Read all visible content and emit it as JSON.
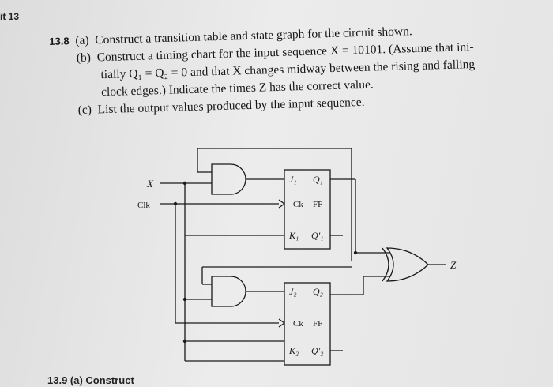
{
  "header": {
    "unit_label": "it 13"
  },
  "problem": {
    "number": "13.8",
    "part_a": {
      "label": "(a)",
      "text": "Construct a transition table and state graph for the circuit shown."
    },
    "part_b": {
      "label": "(b)",
      "line1": "Construct a timing chart for the input sequence X = 10101. (Assume that ini-",
      "line2": "tially Q₁ = Q₂ = 0 and that X changes midway between the rising and falling",
      "line3": "clock edges.) Indicate the times Z has the correct value."
    },
    "part_c": {
      "label": "(c)",
      "text": "List the output values produced by the input sequence."
    }
  },
  "circuit": {
    "input_x": "X",
    "input_clk": "Clk",
    "ff1": {
      "j": "J₁",
      "q": "Q₁",
      "ck": "Ck",
      "ff": "FF",
      "k": "K₁",
      "qn": "Q′₁"
    },
    "ff2": {
      "j": "J₂",
      "q": "Q₂",
      "ck": "Ck",
      "ff": "FF",
      "k": "K₂",
      "qn": "Q′₂"
    },
    "output_z": "Z"
  },
  "footer": {
    "next_problem": "13.9 (a) Construct"
  }
}
